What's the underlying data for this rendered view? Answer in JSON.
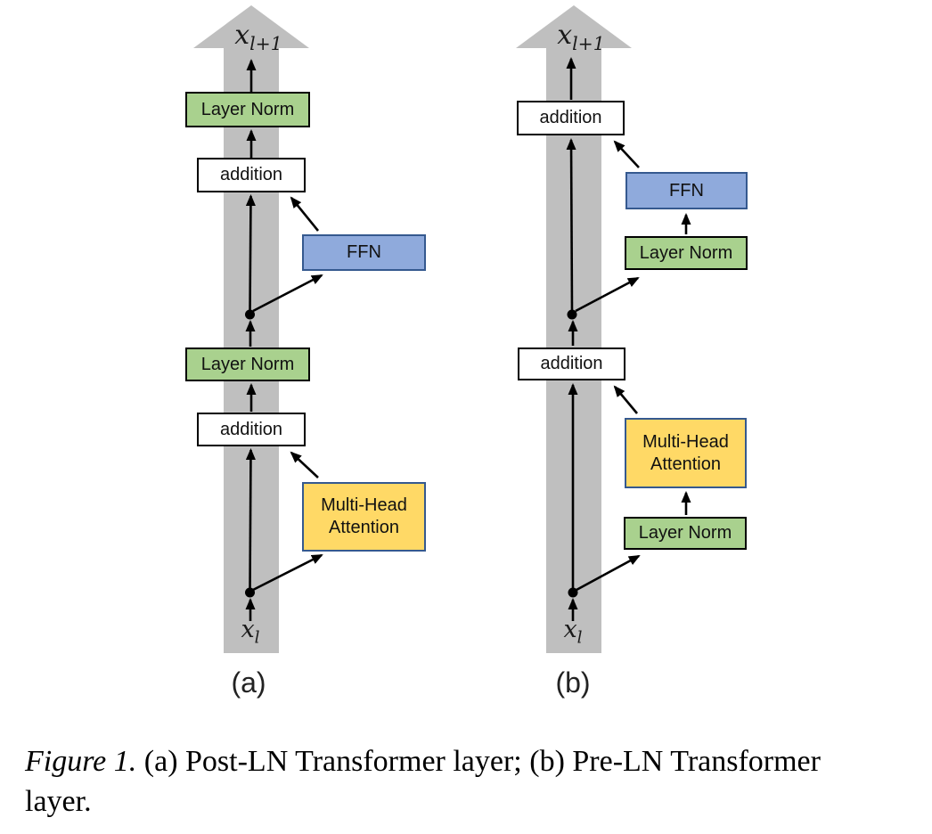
{
  "colors": {
    "residual_band": "#bfbfbf",
    "layer_norm_fill": "#a9d18e",
    "ffn_fill": "#8faadc",
    "attention_fill": "#ffd966",
    "colored_box_border": "#35598f",
    "addition_fill": "#ffffff",
    "dark_box_border": "#000000",
    "arrow": "#000000"
  },
  "diagram_a": {
    "caption_label": "(a)",
    "output_var": "x",
    "output_sub": "l+1",
    "input_var": "x",
    "input_sub": "l",
    "layer_norm_top": "Layer Norm",
    "addition_top": "addition",
    "ffn": "FFN",
    "layer_norm_bottom": "Layer Norm",
    "addition_bottom": "addition",
    "attention": "Multi-Head Attention"
  },
  "diagram_b": {
    "caption_label": "(b)",
    "output_var": "x",
    "output_sub": "l+1",
    "input_var": "x",
    "input_sub": "l",
    "addition_top": "addition",
    "ffn": "FFN",
    "layer_norm_top": "Layer Norm",
    "addition_bottom": "addition",
    "attention": "Multi-Head Attention",
    "layer_norm_bottom": "Layer Norm"
  },
  "caption": {
    "prefix": "Figure 1.",
    "line1_rest": " (a) Post-LN Transformer layer; (b) Pre-LN Transformer",
    "line2": "layer."
  }
}
